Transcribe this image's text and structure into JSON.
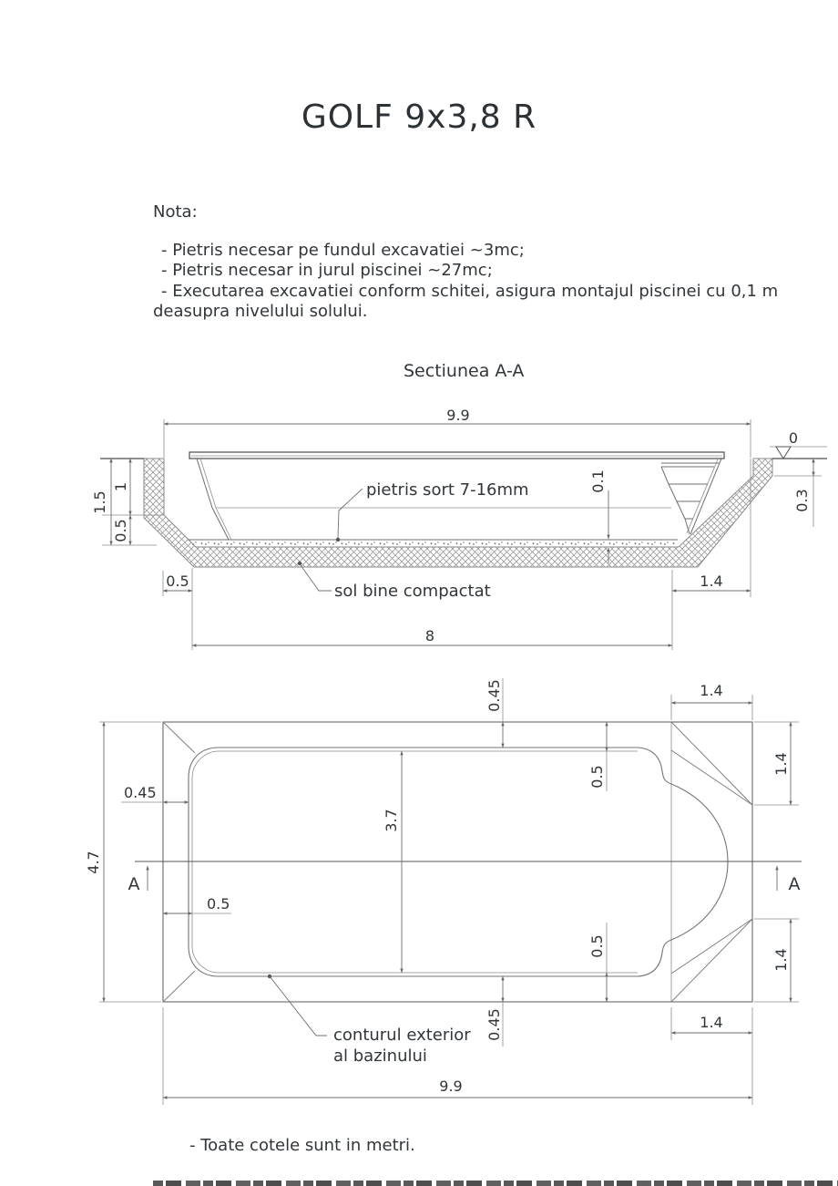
{
  "page": {
    "title": "GOLF 9x3,8 R"
  },
  "notes": {
    "heading": "Nota:",
    "lines": [
      "- Pietris necesar pe fundul excavatiei ~3mc;",
      "- Pietris necesar in jurul piscinei ~27mc;",
      "- Executarea excavatiei conform schitei, asigura montajul piscinei cu 0,1 m",
      "deasupra nivelului solului."
    ]
  },
  "section": {
    "title": "Sectiunea A-A",
    "datum_label": "0",
    "gravel_label": "pietris sort 7-16mm",
    "soil_label": "sol bine compactat",
    "dims": {
      "overall_width": "9.9",
      "depth_total": "1.5",
      "depth_wall": "1",
      "depth_slope": "0.5",
      "gravel_thickness": "0.1",
      "edge_depth": "0.3",
      "offset_bottom_left": "0.5",
      "offset_bottom_right": "1.4",
      "bottom_width": "8"
    }
  },
  "plan": {
    "marker_left": "A",
    "marker_right": "A",
    "contour_label_line1": "conturul exterior",
    "contour_label_line2": "al bazinului",
    "dims": {
      "overall_height": "4.7",
      "overall_width": "9.9",
      "inner_height": "3.7",
      "gap_left_upper": "0.45",
      "gap_left_lower": "0.5",
      "gap_top": "0.45",
      "gap_bottom": "0.45",
      "gap_right_top": "0.5",
      "gap_right_bottom": "0.5",
      "corner_top_width": "1.4",
      "corner_top_height": "1.4",
      "corner_bottom_height": "1.4",
      "corner_bottom_width": "1.4"
    }
  },
  "footer": {
    "units_note": "- Toate cotele sunt in metri."
  }
}
